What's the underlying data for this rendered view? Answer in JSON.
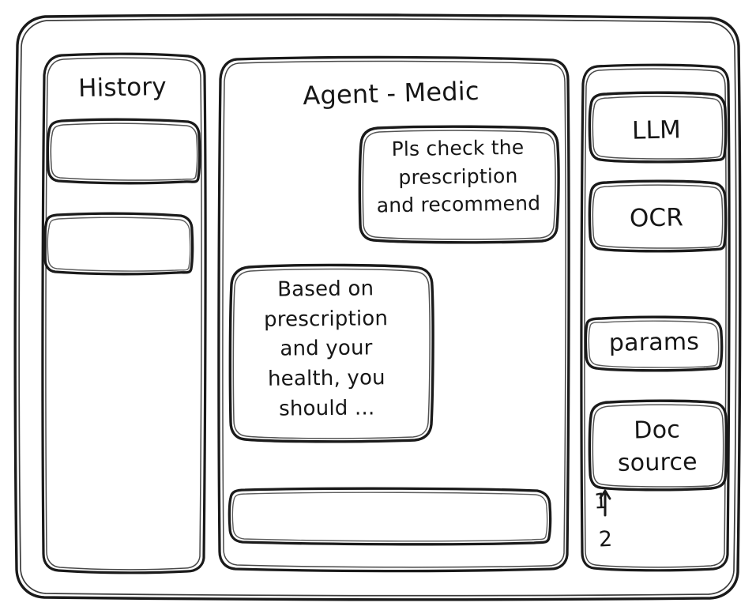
{
  "style": {
    "ink": "#1a1a1a",
    "paper": "#ffffff",
    "sketch": "hand-drawn-wireframe"
  },
  "window": {
    "name": "agent-wireframe-frame"
  },
  "sidebar_left": {
    "title": "History",
    "items": [
      {
        "label": "",
        "name": "history-item-1"
      },
      {
        "label": "",
        "name": "history-item-2"
      }
    ]
  },
  "main": {
    "title": "Agent - Medic",
    "messages": [
      {
        "role": "user",
        "text": "Pls check the\nprescription\nand recommend"
      },
      {
        "role": "agent",
        "text": "Based on\nprescription\nand your\nhealth, you\nshould ..."
      }
    ],
    "composer": {
      "value": "",
      "placeholder": ""
    }
  },
  "sidebar_right": {
    "tools": [
      {
        "label": "LLM",
        "name": "tool-llm"
      },
      {
        "label": "OCR",
        "name": "tool-ocr"
      },
      {
        "label": "params",
        "name": "tool-params"
      },
      {
        "label": "Doc\nsource",
        "name": "tool-doc-source"
      }
    ],
    "sources": [
      {
        "label": "1"
      },
      {
        "label": "2"
      }
    ]
  }
}
